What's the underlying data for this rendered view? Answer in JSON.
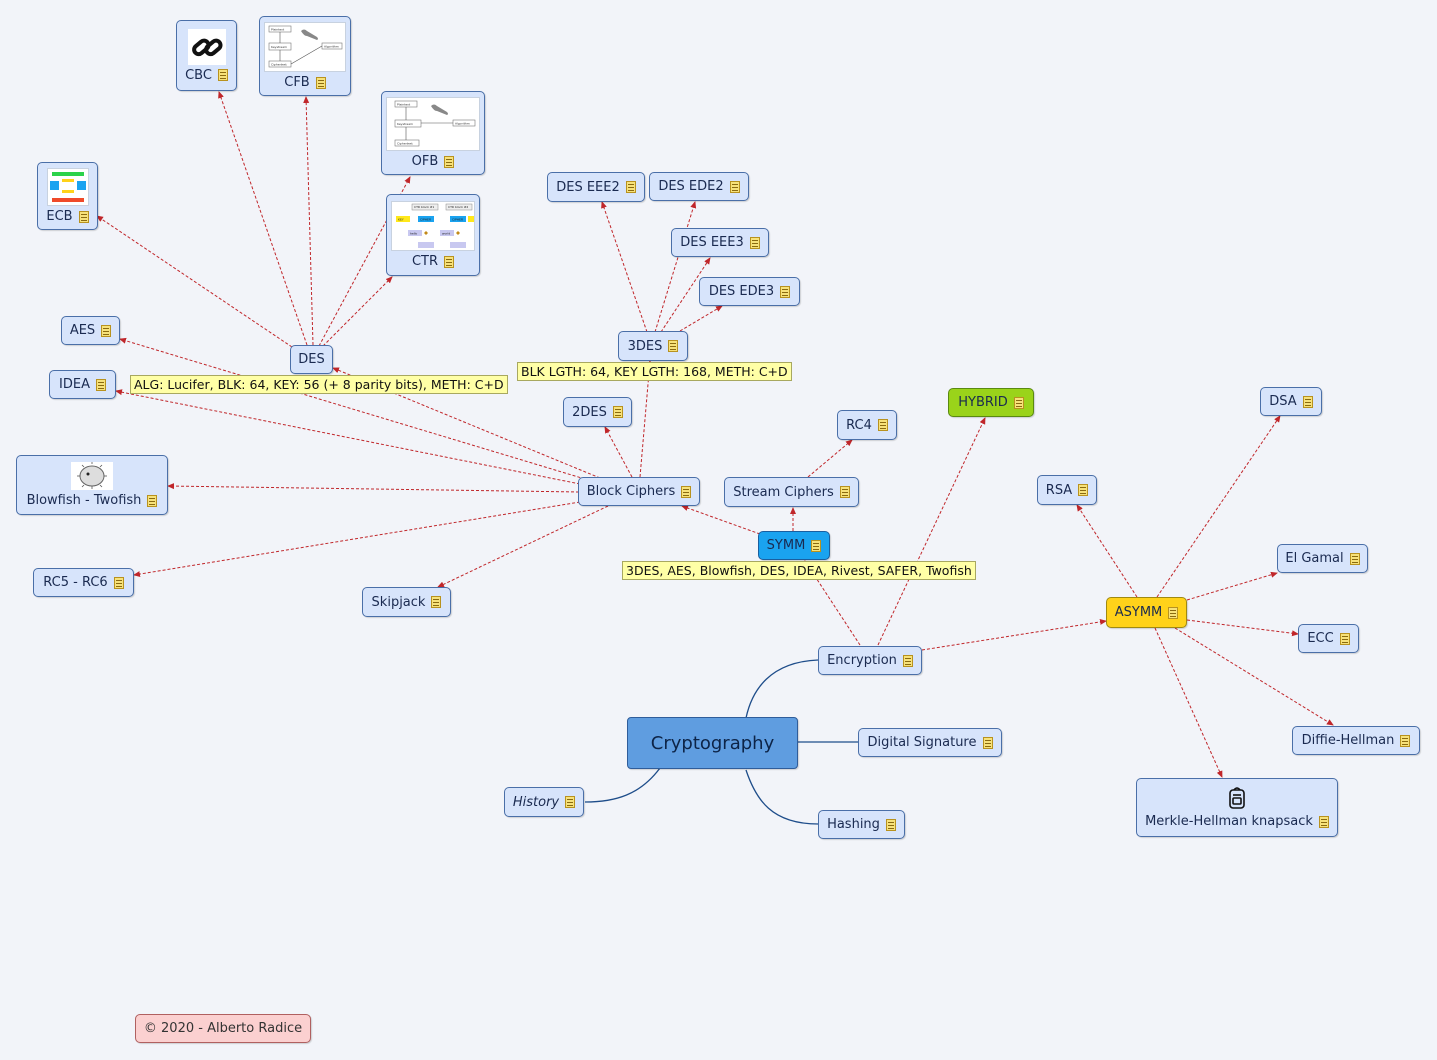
{
  "root": {
    "label": "Cryptography"
  },
  "branches": {
    "encryption": "Encryption",
    "digital_signature": "Digital Signature",
    "hashing": "Hashing",
    "history": "History"
  },
  "encryption_children": {
    "symm": "SYMM",
    "hybrid": "HYBRID",
    "asymm": "ASYMM"
  },
  "symm_children": {
    "block": "Block Ciphers",
    "stream": "Stream Ciphers"
  },
  "stream_children": {
    "rc4": "RC4"
  },
  "block_children": {
    "des": "DES",
    "aes": "AES",
    "idea": "IDEA",
    "blowfish": "Blowfish - Twofish",
    "rc5": "RC5 - RC6",
    "skipjack": "Skipjack",
    "twodes": "2DES",
    "threedes": "3DES"
  },
  "des_modes": {
    "ecb": "ECB",
    "cbc": "CBC",
    "cfb": "CFB",
    "ofb": "OFB",
    "ctr": "CTR"
  },
  "threedes_variants": {
    "eee2": "DES EEE2",
    "ede2": "DES EDE2",
    "eee3": "DES EEE3",
    "ede3": "DES EDE3"
  },
  "asymm_children": {
    "rsa": "RSA",
    "dsa": "DSA",
    "elgamal": "El Gamal",
    "ecc": "ECC",
    "dh": "Diffie-Hellman",
    "mh": "Merkle-Hellman knapsack"
  },
  "tooltips": {
    "des": "ALG: Lucifer, BLK: 64, KEY: 56 (+ 8 parity bits), METH: C+D",
    "threedes": "BLK LGTH: 64, KEY LGTH: 168, METH: C+D",
    "symm": "3DES, AES, Blowfish, DES, IDEA, Rivest, SAFER, Twofish"
  },
  "copyright": "© 2020 - Alberto Radice",
  "thumb_text": {
    "plaintext": "Plaintext",
    "keystream": "Keystream",
    "ciphertext": "Ciphertext",
    "algorithm": "Algorithm",
    "ctr1": "CTR block #1",
    "ctr2": "CTR block #2",
    "key": "KEY",
    "cipher": "CIPHER",
    "hello": "hello",
    "world": "world"
  },
  "colors": {
    "node_fill": "#d7e4fb",
    "node_border": "#4a6fa8",
    "root_fill": "#5f9de0",
    "symm_fill": "#1aa3f0",
    "hybrid_fill": "#9ad31a",
    "asymm_fill": "#ffd21a",
    "link_red": "#c0262a",
    "tree_line": "#1e4d8a",
    "tooltip": "#ffffa6",
    "copyright_fill": "#fbd0d0"
  }
}
